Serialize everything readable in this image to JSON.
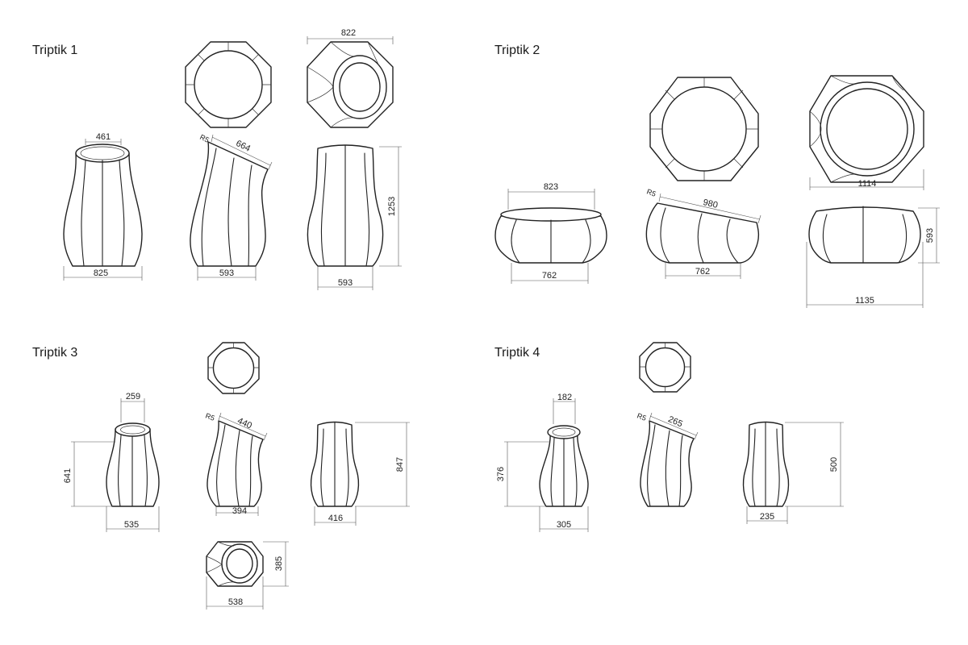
{
  "sections": [
    {
      "title": "Triptik 1",
      "dims": {
        "top_width": "822",
        "mouth": "461",
        "angled": "664",
        "radius": "R5",
        "height": "1253",
        "front_base": "825",
        "side_base": "593",
        "back_base": "593"
      }
    },
    {
      "title": "Triptik 2",
      "dims": {
        "mouth": "823",
        "angled": "980",
        "radius": "R5",
        "top_width": "1114",
        "height": "593",
        "front_base": "762",
        "side_base": "762",
        "back_base": "1135"
      }
    },
    {
      "title": "Triptik 3",
      "dims": {
        "mouth": "259",
        "height_left": "641",
        "angled": "440",
        "radius": "R5",
        "height": "847",
        "front_base": "535",
        "side_base": "394",
        "back_base": "416",
        "bottom_height": "385",
        "bottom_width": "538"
      }
    },
    {
      "title": "Triptik 4",
      "dims": {
        "mouth": "182",
        "height_left": "376",
        "angled": "265",
        "radius": "R5",
        "height": "500",
        "front_base": "305",
        "back_base": "235"
      }
    }
  ]
}
